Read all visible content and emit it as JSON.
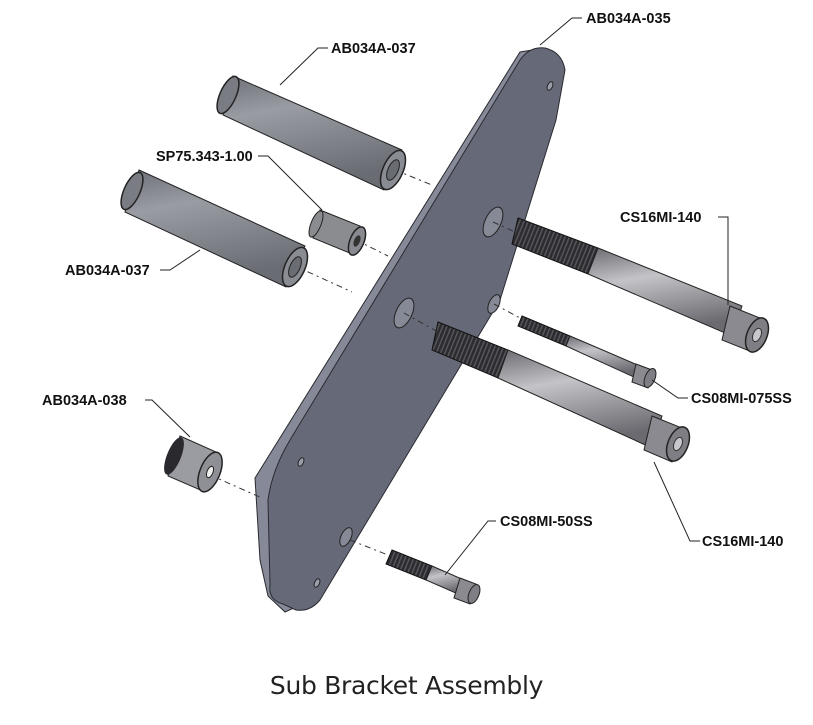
{
  "title": "Sub Bracket Assembly",
  "parts": {
    "plate": "AB034A-035",
    "spacer_long_top": "AB034A-037",
    "spacer_long_left": "AB034A-037",
    "spacer_short": "SP75.343-1.00",
    "spacer_bottom": "AB034A-038",
    "bolt_large_top": "CS16MI-140",
    "bolt_large_bottom": "CS16MI-140",
    "bolt_small_mid": "CS08MI-075SS",
    "bolt_small_bottom": "CS08MI-50SS"
  },
  "colors": {
    "plate_face": "#6a6e7c",
    "plate_edge": "#8a8e9c",
    "spacer": "#8e9096",
    "bolt_shank": "#9a9a9e",
    "bolt_thread": "#2a2a2c",
    "text": "#111111"
  }
}
